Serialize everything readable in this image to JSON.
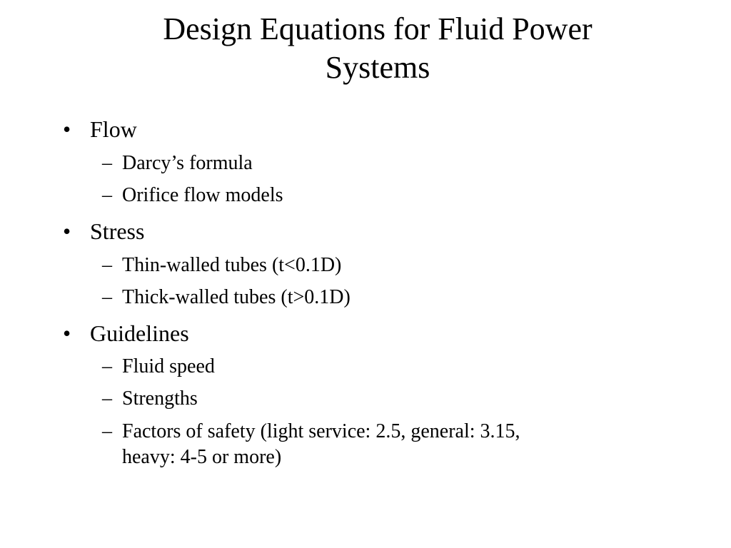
{
  "slide": {
    "title_line_1": "Design Equations for Fluid Power",
    "title_line_2": "Systems",
    "bullet_marker": "•",
    "sub_marker": "–",
    "items": [
      {
        "label": "Flow",
        "subitems": [
          "Darcy’s formula",
          "Orifice flow models"
        ]
      },
      {
        "label": "Stress",
        "subitems": [
          "Thin-walled tubes (t<0.1D)",
          "Thick-walled tubes (t>0.1D)"
        ]
      },
      {
        "label": "Guidelines",
        "subitems": [
          "Fluid speed",
          "Strengths",
          "Factors of safety (light service: 2.5, general: 3.15,",
          "heavy: 4-5 or more)"
        ]
      }
    ]
  }
}
